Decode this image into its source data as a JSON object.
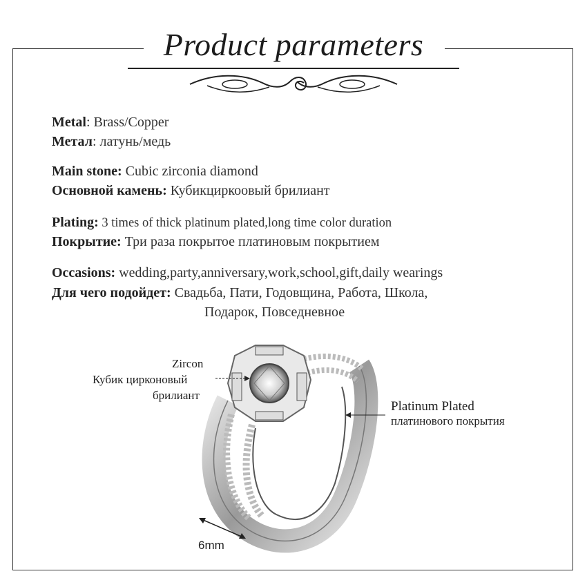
{
  "title": "Product parameters",
  "params": {
    "metal": {
      "label_en": "Metal",
      "value_en": ": Brass/Copper",
      "label_ru": "Метал",
      "value_ru": ": латунь/медь"
    },
    "stone": {
      "label_en": "Main stone:",
      "value_en": " Cubic zirconia diamond",
      "label_ru": "Основной камень:",
      "value_ru": " Кубикциркоовый брилиант"
    },
    "plating": {
      "label_en": "Plating:",
      "value_en": "  3 times of thick platinum plated,long time color duration",
      "label_ru": "Покрытие:",
      "value_ru": " Три раза покрытое платиновым покрытием"
    },
    "occasions": {
      "label_en": "Occasions:",
      "value_en": " wedding,party,anniversary,work,school,gift,daily wearings",
      "label_ru": "Для чего подойдет:",
      "value_ru": "  Свадьба, Пати, Годовщина, Работа, Школа,",
      "value_ru_2": "Подарок, Повседневное"
    }
  },
  "callouts": {
    "zircon_en": "Zircon",
    "zircon_ru_1": "Кубик цирконовый",
    "zircon_ru_2": "брилиант",
    "plated_en": "Platinum Plated",
    "plated_ru": "платинового покрытия",
    "width": "6mm"
  }
}
